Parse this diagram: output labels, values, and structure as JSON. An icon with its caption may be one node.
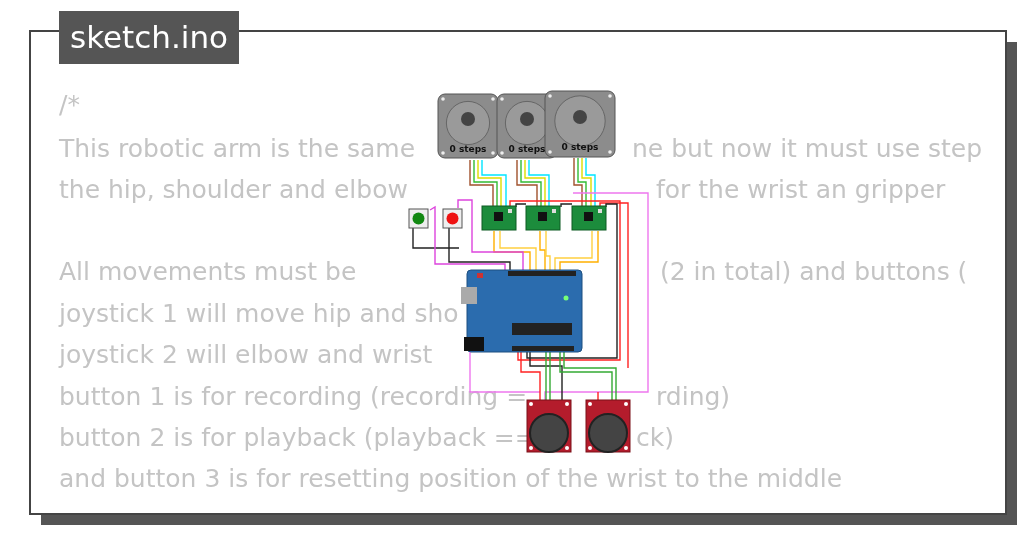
{
  "diagram": {
    "title": "sketch.ino",
    "labels": [
      "/*",
      "This robotic arm is the same",
      "ne but now it must use step",
      "the hip, shoulder and elbow",
      "for the wrist an gripper",
      "All movements must be",
      "(2 in total) and buttons (",
      "joystick 1 will move hip and sho",
      "joystick 2 will elbow and wrist",
      "button 1 is for recording (recording =",
      "rding)",
      "button 2 is for playback (playback ==",
      "ck)",
      "and button 3 is for resetting position of the wrist to the middle",
      "0 steps",
      "0 steps",
      "0 steps"
    ]
  }
}
